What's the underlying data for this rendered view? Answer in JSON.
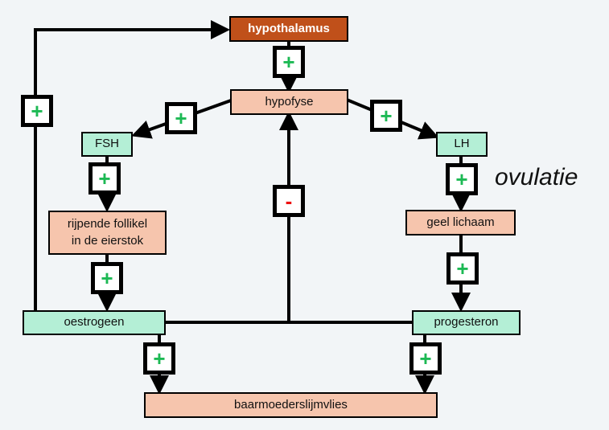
{
  "nodes": {
    "hypothalamus": "hypothalamus",
    "hypofyse": "hypofyse",
    "fsh": "FSH",
    "lh": "LH",
    "follikel": "rijpende follikel in de eierstok",
    "geel_lichaam": "geel lichaam",
    "oestrogeen": "oestrogeen",
    "progesteron": "progesteron",
    "baarmoederslijmvlies": "baarmoederslijmvlies"
  },
  "signs": {
    "plus": "+",
    "minus": "-"
  },
  "annotation": "ovulatie",
  "colors": {
    "hypothalamus": "#c0501a",
    "organ": "#f6c5ad",
    "hormone": "#b4efd6",
    "positive": "#1db954",
    "negative": "#e11111"
  }
}
